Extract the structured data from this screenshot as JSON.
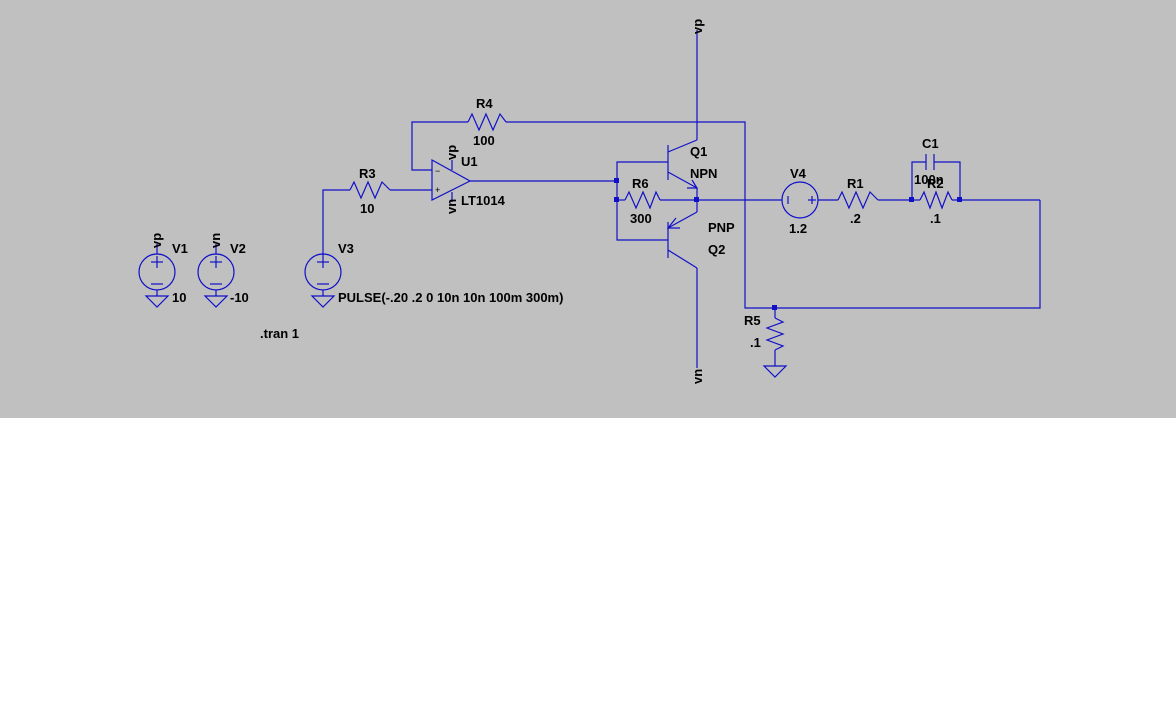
{
  "schematic": {
    "background_color": "#c0c0c0",
    "wire_color": "#1010c8",
    "labels": {
      "r4_name": "R4",
      "r4_value": "100",
      "r3_name": "R3",
      "r3_value": "10",
      "u1_name": "U1",
      "u1_model": "LT1014",
      "opamp_vp": "vp",
      "opamp_vn": "vn",
      "q1_name": "Q1",
      "q1_type": "NPN",
      "q2_name": "Q2",
      "q2_type": "PNP",
      "r6_name": "R6",
      "r6_value": "300",
      "v4_name": "V4",
      "v4_value": "1.2",
      "r1_name": "R1",
      "r1_value": ".2",
      "c1_name": "C1",
      "c1_value": "100n",
      "r2_name": "R2",
      "r2_value": ".1",
      "r5_name": "R5",
      "r5_value": ".1",
      "v1_name": "V1",
      "v1_value": "10",
      "v1_net": "vp",
      "v2_name": "V2",
      "v2_value": "-10",
      "v2_net": "vn",
      "v3_name": "V3",
      "v3_value": "PULSE(-.20 .2 0 10n 10n 100m 300m)",
      "top_net": "vp",
      "bottom_net": "vn",
      "directive": ".tran 1"
    }
  }
}
